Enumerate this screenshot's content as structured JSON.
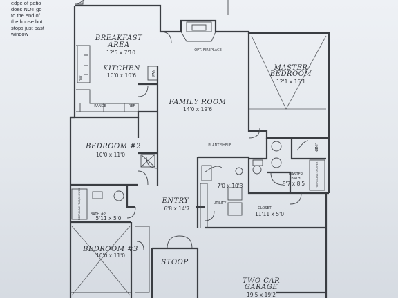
{
  "note": [
    "edge of patio",
    "does NOT go",
    "to the end of",
    "the house but",
    "stops just past",
    "window"
  ],
  "rooms": {
    "breakfast": {
      "name_line1": "BREAKFAST",
      "name_line2": "AREA",
      "dims": "12'5 x 7'10"
    },
    "kitchen": {
      "name": "KITCHEN",
      "dims": "10'0 x 10'6"
    },
    "family": {
      "name": "FAMILY ROOM",
      "dims": "14'0 x 19'6"
    },
    "master_bedroom": {
      "name_line1": "MASTER",
      "name_line2": "BEDROOM",
      "dims": "12'1 x 16'1"
    },
    "bedroom2": {
      "name": "BEDROOM #2",
      "dims": "10'0 x 11'0"
    },
    "entry": {
      "name": "ENTRY",
      "dims": "6'8 x 14'7"
    },
    "utility": {
      "name": "UTILITY",
      "dims": "7'0 x 10'3"
    },
    "master_bath": {
      "name_line1": "MASTER",
      "name_line2": "BATH",
      "dims": "8'7 x 8'5"
    },
    "closet": {
      "name": "CLOSET",
      "dims": "11'11 x 5'0"
    },
    "bath2": {
      "name": "BATH #2",
      "dims": "5'11 x 5'0"
    },
    "bedroom3": {
      "name": "BEDROOM #3",
      "dims": "10'0 x 11'0"
    },
    "stoop": {
      "name": "STOOP"
    },
    "garage": {
      "name_line1": "TWO CAR",
      "name_line2": "GARAGE",
      "dims": "19'5 x 19'2"
    }
  },
  "fixtures": {
    "fireplace": "OPT. FIREPLACE",
    "plant_shelf": "PLANT SHELF",
    "linen": "LINEN",
    "range": "RANGE",
    "refrigerator": "REF.",
    "dishwasher": "DW",
    "pantry": "PAN",
    "fiberglass_tub_shower": "FIBERGLASS TUB/SHOWER",
    "fiberglass_shower": "FIBERGLASS SHOWER"
  }
}
